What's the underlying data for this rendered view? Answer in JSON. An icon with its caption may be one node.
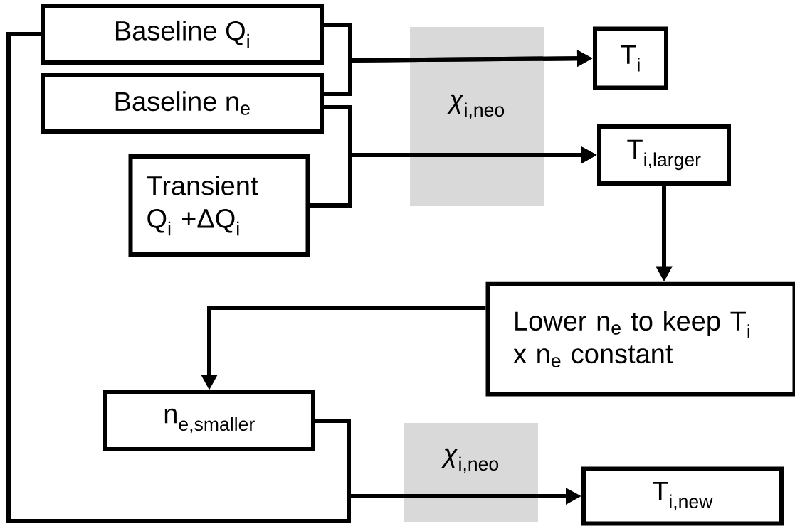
{
  "diagram": {
    "nodes": [
      {
        "text": [
          "Baseline Q$_{i}$"
        ]
      },
      {
        "text": [
          "Baseline n$_{e}$"
        ]
      },
      {
        "text": [
          "Transient Q$_{i}$ +ΔQ$_{i}$"
        ]
      },
      {
        "text": [
          "T$_{i}$"
        ]
      },
      {
        "text": [
          "T$_{i,larger}$"
        ]
      },
      {
        "text": [
          "Lower n$_{e}$ to keep T$_{i}$ x n$_{e}$ constant"
        ]
      },
      {
        "text": [
          "n$_{e,smaller}$"
        ]
      },
      {
        "text": [
          "T$_{i,new}$"
        ]
      }
    ],
    "edges": [
      {
        "from": 0,
        "to": 3,
        "arrow": "to"
      },
      {
        "from": 1,
        "to": 3,
        "arrow": "to"
      },
      {
        "from": 1,
        "to": 4,
        "arrow": "to"
      },
      {
        "from": 2,
        "to": 4,
        "arrow": "to"
      },
      {
        "from": 4,
        "to": 5,
        "arrow": "to"
      },
      {
        "from": 5,
        "to": 6,
        "arrow": "to"
      },
      {
        "from": 6,
        "to": 7,
        "arrow": "to"
      },
      {
        "from": 6,
        "to": 0,
        "arrow": "none"
      }
    ],
    "labels": [
      "*χ*$_{i,neo}$",
      "*χ*$_{i,neo}$"
    ]
  }
}
